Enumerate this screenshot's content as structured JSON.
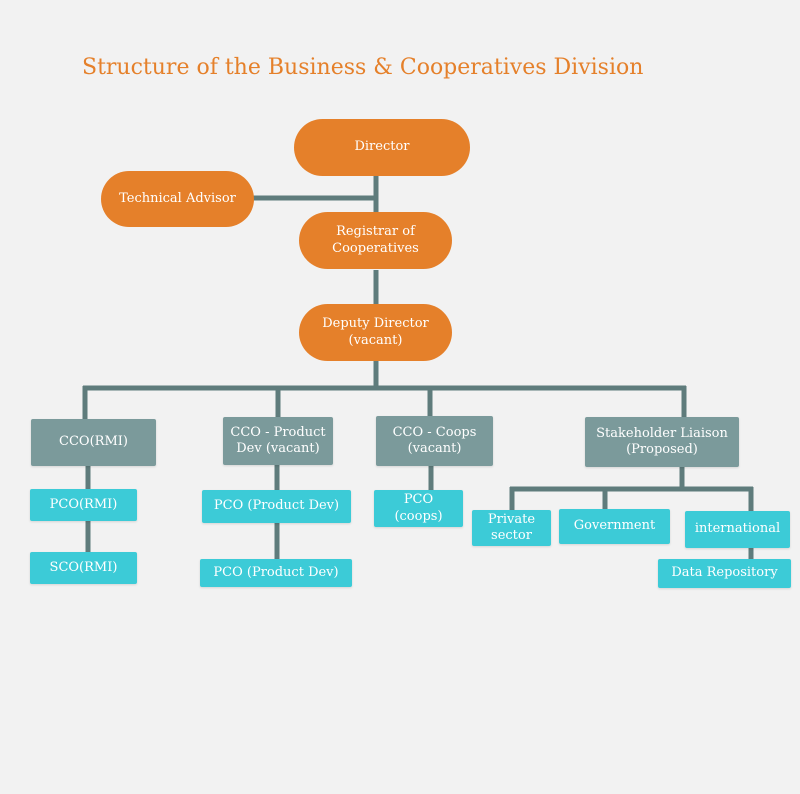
{
  "title": "Structure of  the Business & Cooperatives Division",
  "colors": {
    "title": "#e5802a",
    "leadership": "#e5802a",
    "section_head": "#7b9a9b",
    "officer": "#3ccbd7",
    "connector": "#5f7c7c",
    "background": "#f2f2f2"
  },
  "nodes": {
    "director": "Director",
    "technical_advisor": "Technical Advisor",
    "registrar": "Registrar of\nCooperatives",
    "deputy_director": "Deputy Director\n(vacant)",
    "cco_rmi": "CCO(RMI)",
    "cco_product_dev": "CCO - Product\nDev  (vacant)",
    "cco_coops": "CCO - Coops\n(vacant)",
    "stakeholder_liaison": "Stakeholder Liaison\n(Proposed)",
    "pco_rmi": "PCO(RMI)",
    "sco_rmi": "SCO(RMI)",
    "pco_product_dev_1": "PCO (Product  Dev)",
    "pco_product_dev_2": "PCO (Product Dev)",
    "pco_coops": "PCO\n(coops)",
    "private_sector": "Private\nsector",
    "government": "Government",
    "international": "international",
    "data_repository": "Data Repository"
  }
}
